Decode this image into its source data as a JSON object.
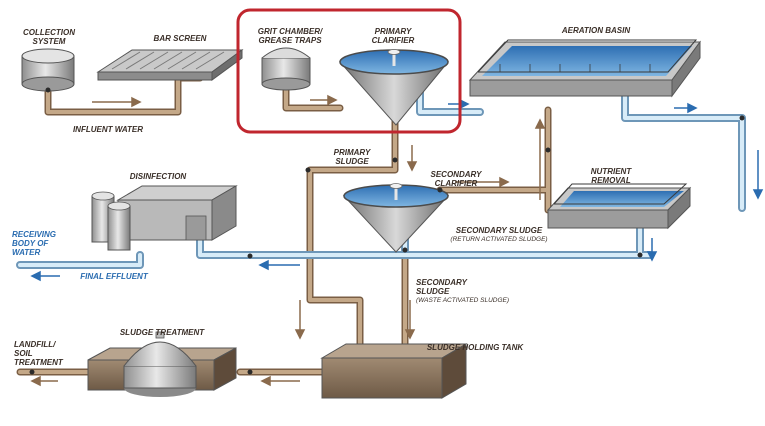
{
  "stages": {
    "collection_system": "COLLECTION\nSYSTEM",
    "bar_screen": "BAR SCREEN",
    "grit_chamber": "GRIT CHAMBER/\nGREASE TRAPS",
    "primary_clarifier": "PRIMARY\nCLARIFIER",
    "aeration_basin": "AERATION BASIN",
    "nutrient_removal": "NUTRIENT\nREMOVAL",
    "secondary_clarifier": "SECONDARY\nCLARIFIER",
    "disinfection": "DISINFECTION",
    "receiving_body": "RECEIVING\nBODY OF\nWATER",
    "sludge_treatment": "SLUDGE TREATMENT",
    "sludge_holding_tank": "SLUDGE HOLDING TANK",
    "landfill": "LANDFILL/\nSOIL\nTREATMENT"
  },
  "flows": {
    "influent_water": "INFLUENT WATER",
    "primary_sludge": "PRIMARY\nSLUDGE",
    "secondary_sludge": "SECONDARY SLUDGE",
    "return_activated": "(RETURN ACTIVATED SLUDGE)",
    "secondary_sludge_2": "SECONDARY\nSLUDGE",
    "waste_activated": "(WASTE ACTIVATED SLUDGE)",
    "final_effluent": "FINAL EFFLUENT"
  },
  "colors": {
    "highlight": "#c0262e",
    "water_pipe": "#a9cfe8",
    "sludge_pipe": "#a8886a",
    "arrow_water": "#2a6cb0",
    "arrow_sludge": "#8a6a4c",
    "water": "#3d86c6"
  }
}
